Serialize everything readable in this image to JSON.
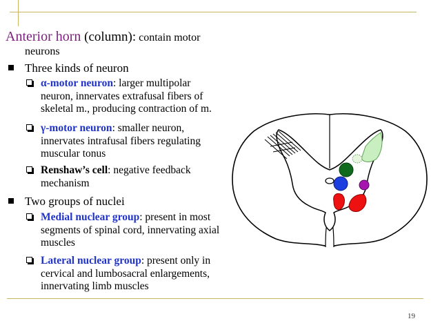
{
  "slide": {
    "title": {
      "term": "Anterior horn",
      "paren": " (column):",
      "desc": " contain motor",
      "desc_cont": "neurons"
    },
    "bullet_kinds": "Three kinds of neuron",
    "alpha": {
      "term": "α-motor neuron",
      "lines": [
        ": larger multipolar",
        "neuron, innervates extrafusal fibers of",
        "skeletal m., producing contraction of m."
      ]
    },
    "gamma": {
      "term": "γ-motor neuron",
      "lines": [
        ": smaller neuron,",
        "innervates intrafusal fibers regulating",
        "muscular tonus"
      ]
    },
    "renshaw": {
      "term": "Renshaw’s cell",
      "lines": [
        ": negative feedback",
        "mechanism"
      ]
    },
    "bullet_groups": "Two groups of nuclei",
    "medial": {
      "term": "Medial nuclear group",
      "lines": [
        ": present in most",
        "segments of spinal cord, innervating axial",
        "muscles"
      ]
    },
    "lateral": {
      "term": "Lateral nuclear group",
      "lines": [
        ": present only in",
        "cervical and lumbosacral enlargements,",
        "innervating limb muscles"
      ]
    },
    "page_number": "19"
  },
  "colors": {
    "title_purple": "#7b1f7f",
    "term_blue": "#1f33c8",
    "rule_gold": "#c8b560",
    "light_green": "#c9eec0",
    "dark_green": "#0f6a1e",
    "blue_nucleus": "#1d3fe0",
    "purple_nucleus": "#a615b0",
    "red_nucleus": "#ee1111"
  },
  "icons": {
    "level1": "filled-square-bullet",
    "level2": "shadowed-square-bullet"
  }
}
